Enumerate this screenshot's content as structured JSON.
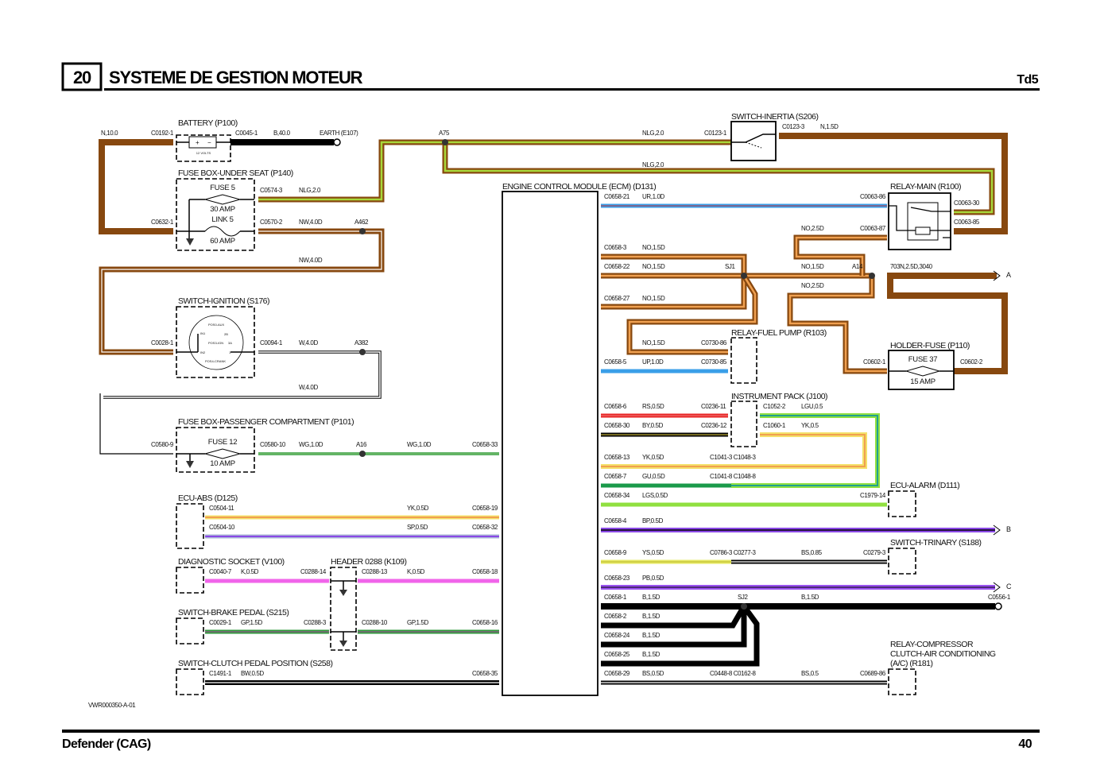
{
  "header": {
    "section_number": "20",
    "title": "SYSTEME DE GESTION MOTEUR",
    "model": "Td5"
  },
  "footer": {
    "vehicle": "Defender (CAG)",
    "page": "40",
    "reference": "VWR000350-A-01"
  },
  "components": {
    "battery": "BATTERY (P100)",
    "battery_volts": "12 VOLTS",
    "earth": "EARTH (E107)",
    "fusebox_seat": "FUSE BOX-UNDER SEAT (P140)",
    "fuse5": "FUSE 5",
    "fuse5_rating": "30 AMP",
    "link5": "LINK 5",
    "link5_rating": "60 AMP",
    "ignition": "SWITCH-IGNITION (S176)",
    "ignition_pins": [
      "POS0-AUX",
      "IN1",
      "2B",
      "POS3-IGN",
      "3A",
      "IN2",
      "1",
      "POS4-CRANK"
    ],
    "fusebox_passenger": "FUSE BOX-PASSENGER COMPARTMENT (P101)",
    "fuse12": "FUSE 12",
    "fuse12_rating": "10 AMP",
    "ecu_abs": "ECU-ABS (D125)",
    "diagnostic_socket": "DIAGNOSTIC SOCKET (V100)",
    "header_k109": "HEADER 0288 (K109)",
    "brake_switch": "SWITCH-BRAKE PEDAL (S215)",
    "clutch_switch": "SWITCH-CLUTCH PEDAL POSITION (S258)",
    "ecm": "ENGINE CONTROL MODULE (ECM) (D131)",
    "inertia_switch": "SWITCH-INERTIA (S206)",
    "relay_main": "RELAY-MAIN (R100)",
    "relay_fuel_pump": "RELAY-FUEL PUMP (R103)",
    "holder_fuse": "HOLDER-FUSE (P110)",
    "fuse37": "FUSE 37",
    "fuse37_rating": "15 AMP",
    "instrument_pack": "INSTRUMENT PACK (J100)",
    "ecu_alarm": "ECU-ALARM (D111)",
    "trinary_switch": "SWITCH-TRINARY (S188)",
    "compressor_relay": [
      "RELAY-COMPRESSOR",
      "CLUTCH-AIR CONDITIONING",
      "(A/C) (R181)"
    ]
  },
  "connectors": [
    "C0192-1",
    "C0045-1",
    "C0574-3",
    "C0632-1",
    "C0570-2",
    "C0028-1",
    "C0094-1",
    "C0580-9",
    "C0580-10",
    "C0658-33",
    "C0504-11",
    "C0658-19",
    "C0504-10",
    "C0658-32",
    "C0040-7",
    "C0288-14",
    "C0288-13",
    "C0658-18",
    "C0029-1",
    "C0288-3",
    "C0288-10",
    "C0658-16",
    "C1491-1",
    "C0658-35",
    "C0123-1",
    "C0123-3",
    "C0658-21",
    "C0063-86",
    "C0063-30",
    "C0063-87",
    "C0063-85",
    "C0658-3",
    "C0658-22",
    "C0658-27",
    "C0730-86",
    "C0658-5",
    "C0730-85",
    "C0602-1",
    "C0602-2",
    "C0658-6",
    "C0236-11",
    "C1052-2",
    "C0658-30",
    "C0236-12",
    "C1060-1",
    "C0658-13",
    "C1041-3 C1048-3",
    "C0658-7",
    "C1041-8 C1048-8",
    "C0658-34",
    "C1979-14",
    "C0658-4",
    "C0658-9",
    "C0786-3 C0277-3",
    "C0279-3",
    "C0658-23",
    "C0658-1",
    "C0556-1",
    "C0658-2",
    "C0658-24",
    "C0658-25",
    "C0658-29",
    "C0448-8 C0162-8",
    "C0689-86"
  ],
  "wire_labels": [
    "N,10.0",
    "B,40.0",
    "NLG,2.0",
    "NW,4.0D",
    "NW,4.0D",
    "W,4.0D",
    "W,4.0D",
    "WG,1.0D",
    "WG,1.0D",
    "YK,0.5D",
    "SP,0.5D",
    "K,0.5D",
    "K,0.5D",
    "GP,1.5D",
    "GP,1.5D",
    "BW,0.5D",
    "NLG,2.0",
    "N,1.5D",
    "NLG,2.0",
    "UR,1.0D",
    "NO,2.5D",
    "NO,1.5D",
    "NO,1.5D",
    "NO,1.5D",
    "703N,2.5D,3040",
    "NO,2.5D",
    "NO,1.5D",
    "NO,1.5D",
    "UP,1.0D",
    "RS,0.5D",
    "LGU,0.5",
    "BY,0.5D",
    "YK,0.5",
    "YK,0.5D",
    "GU,0.5D",
    "LGS,0.5D",
    "BP,0.5D",
    "YS,0.5D",
    "BS,0.85",
    "PB,0.5D",
    "B,1.5D",
    "B,1.5D",
    "B,1.5D",
    "B,1.5D",
    "B,1.5D",
    "BS,0.5D",
    "BS,0.5"
  ],
  "splices": [
    "A75",
    "A462",
    "A382",
    "A16",
    "SJ1",
    "A14",
    "SJ2"
  ],
  "offpage_refs": [
    "A",
    "B",
    "C"
  ],
  "colors": {
    "brown": "#87480f",
    "lime": "#a8d83a",
    "blue": "#3a9fe8",
    "red": "#e82424",
    "pink": "#f064ea",
    "green": "#2e9a3a",
    "purple": "#8a48e6",
    "orange": "#f0a050",
    "yellow": "#f4e06a",
    "light_green": "#90e040"
  }
}
